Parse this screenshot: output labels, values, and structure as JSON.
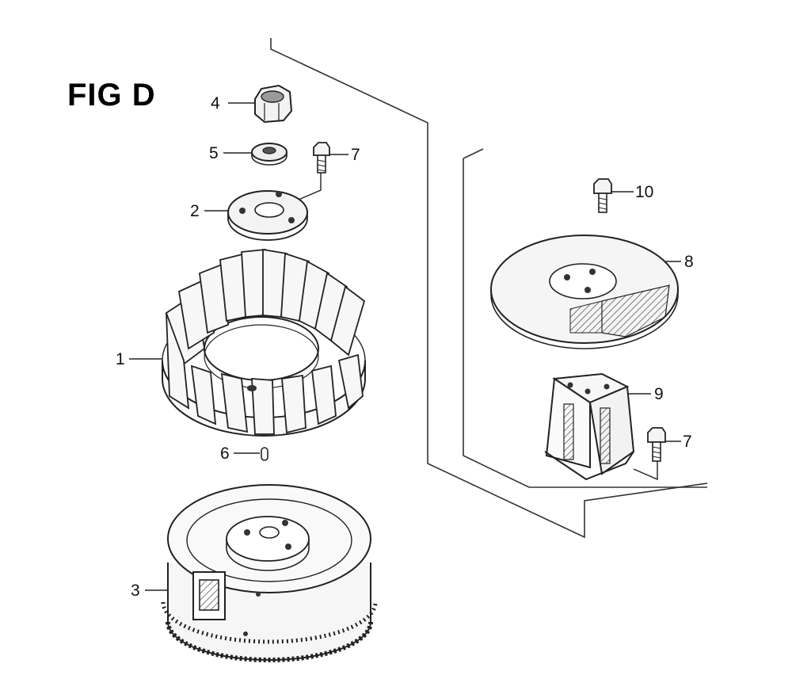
{
  "figure": {
    "title": "FIG D"
  },
  "callouts": {
    "c1": "1",
    "c2": "2",
    "c3": "3",
    "c4": "4",
    "c5": "5",
    "c6": "6",
    "c7a": "7",
    "c7b": "7",
    "c8": "8",
    "c9": "9",
    "c10": "10"
  }
}
